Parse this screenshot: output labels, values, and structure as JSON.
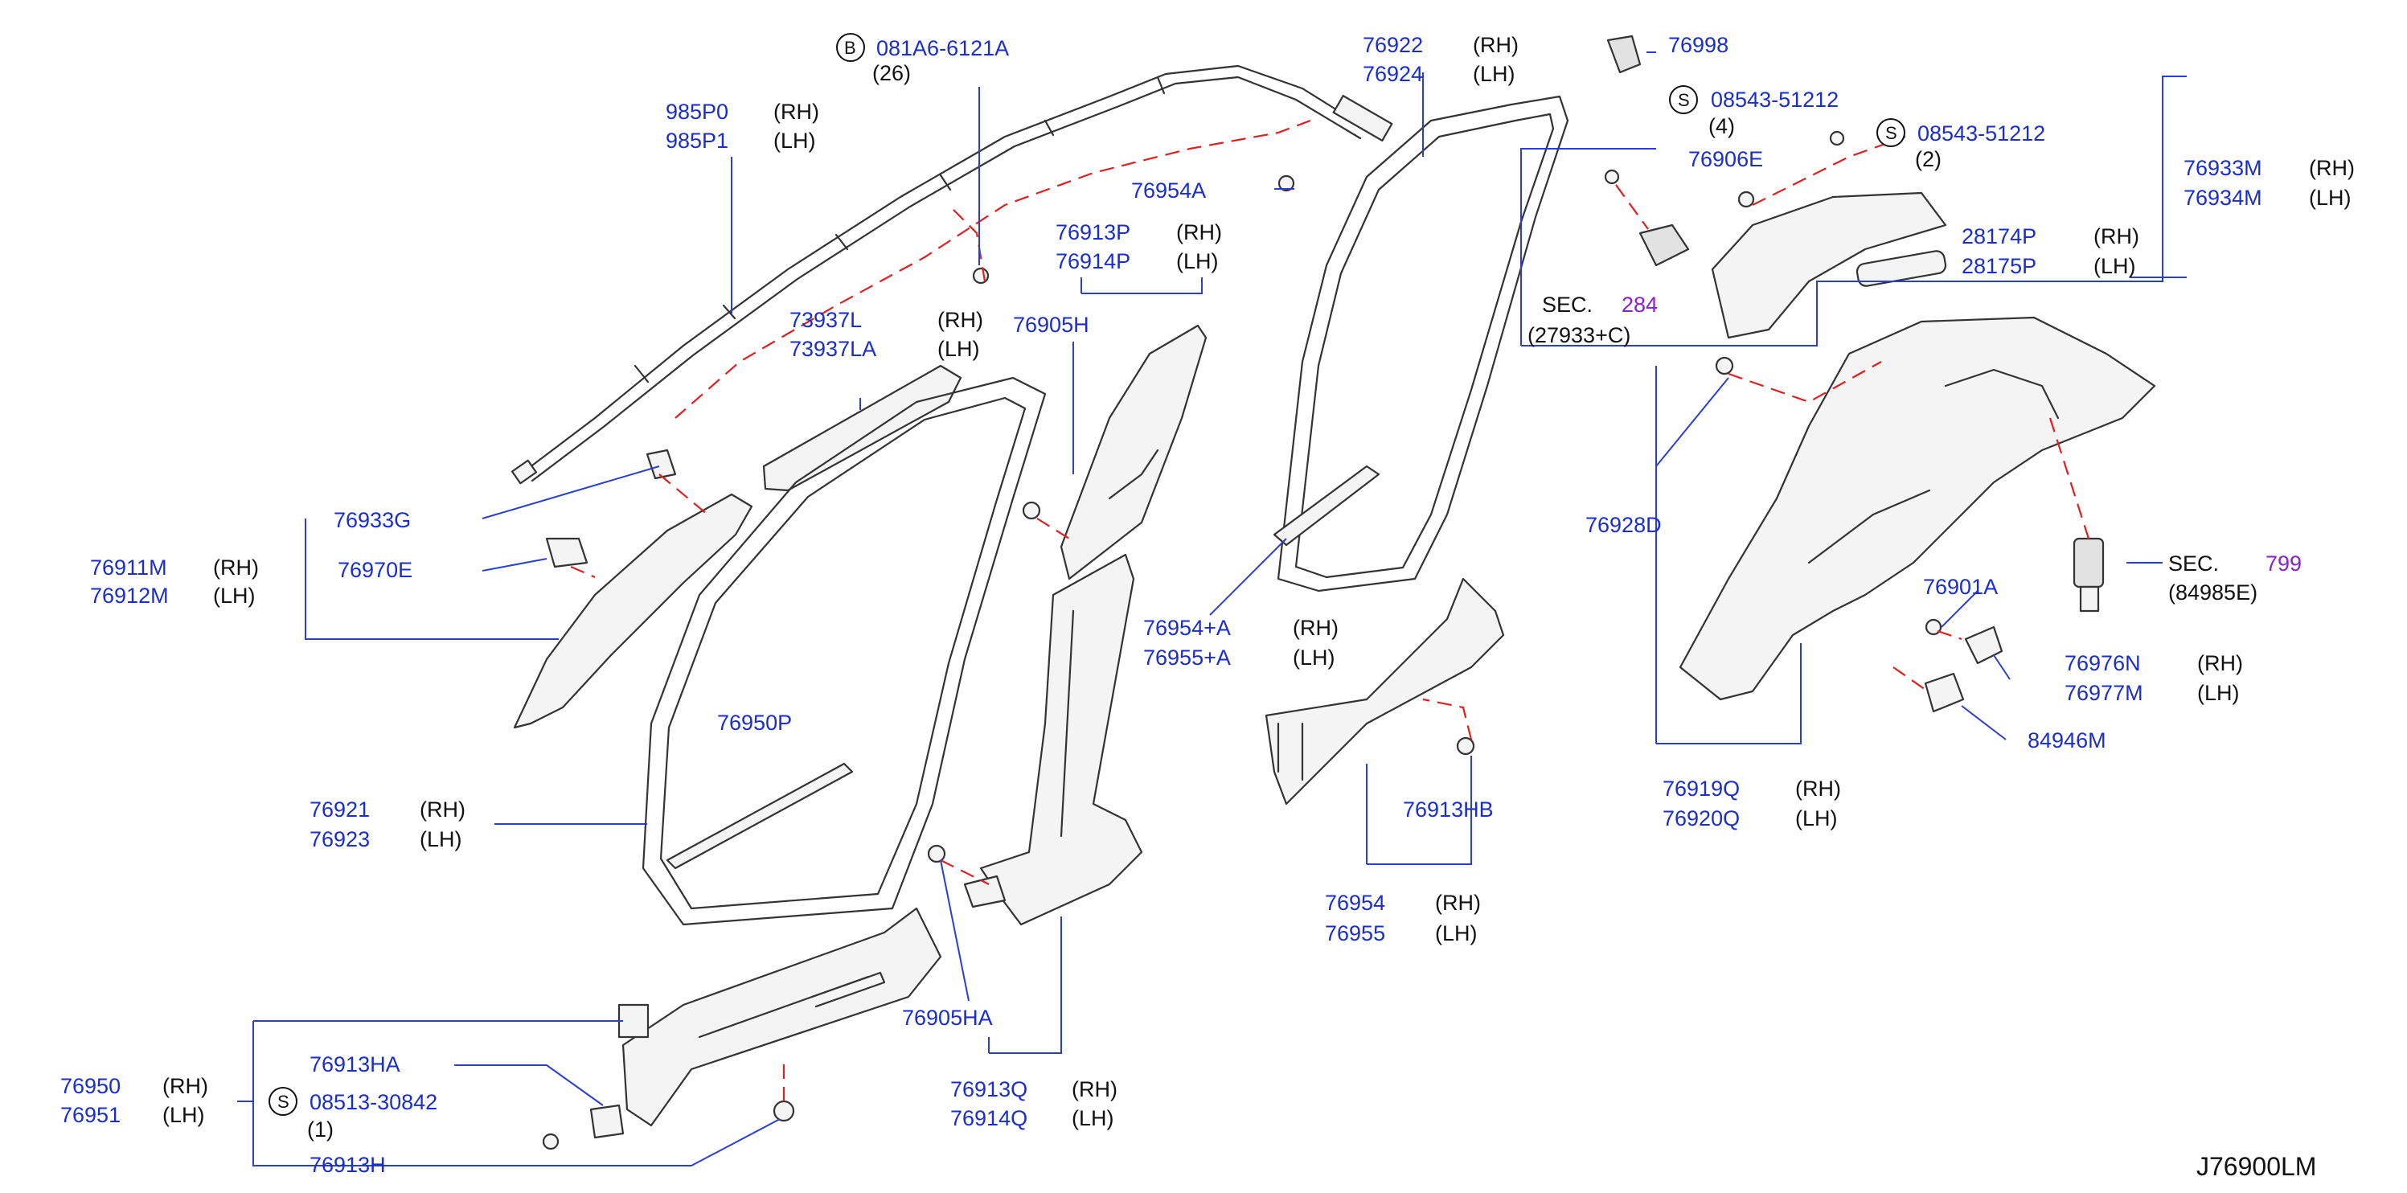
{
  "diagram_code": "J76900LM",
  "parts": {
    "p985P0": "985P0",
    "p985P1": "985P1",
    "p081A6": "081A6-6121A",
    "p081A6_qty": "(26)",
    "p081A6_sym": "B",
    "p76922": "76922",
    "p76924": "76924",
    "p76998": "76998",
    "p08543a": "08543-51212",
    "p08543a_qty": "(4)",
    "p08543b": "08543-51212",
    "p08543b_qty": "(2)",
    "p76906E": "76906E",
    "p76933M": "76933M",
    "p76934M": "76934M",
    "p28174P": "28174P",
    "p28175P": "28175P",
    "sec284_label": "SEC.",
    "sec284_num": "284",
    "sec284_ref": "(27933+C)",
    "p76954A": "76954A",
    "p76913P": "76913P",
    "p76914P": "76914P",
    "p76905H": "76905H",
    "p73937L": "73937L",
    "p73937LA": "73937LA",
    "p76928D": "76928D",
    "p76933G": "76933G",
    "p76911M": "76911M",
    "p76912M": "76912M",
    "p76970E": "76970E",
    "sec799_label": "SEC.",
    "sec799_num": "799",
    "sec799_ref": "(84985E)",
    "p76901A": "76901A",
    "p76954pA": "76954+A",
    "p76955pA": "76955+A",
    "p76976N": "76976N",
    "p76977M": "76977M",
    "p84946M": "84946M",
    "p76950P": "76950P",
    "p76921": "76921",
    "p76923": "76923",
    "p76913HB": "76913HB",
    "p76919Q": "76919Q",
    "p76920Q": "76920Q",
    "p76954": "76954",
    "p76955": "76955",
    "p76905HA": "76905HA",
    "p76913HA": "76913HA",
    "p76950": "76950",
    "p76951": "76951",
    "p08513": "08513-30842",
    "p08513_qty": "(1)",
    "p76913Q": "76913Q",
    "p76914Q": "76914Q",
    "p76913H": "76913H",
    "sym_S": "S",
    "rh": "(RH)",
    "lh": "(LH)"
  },
  "colors": {
    "part_number": "#1a2ecc",
    "section_number": "#8a22c9",
    "leader": "#2a3fd0",
    "dashed_guide": "#e02020"
  }
}
